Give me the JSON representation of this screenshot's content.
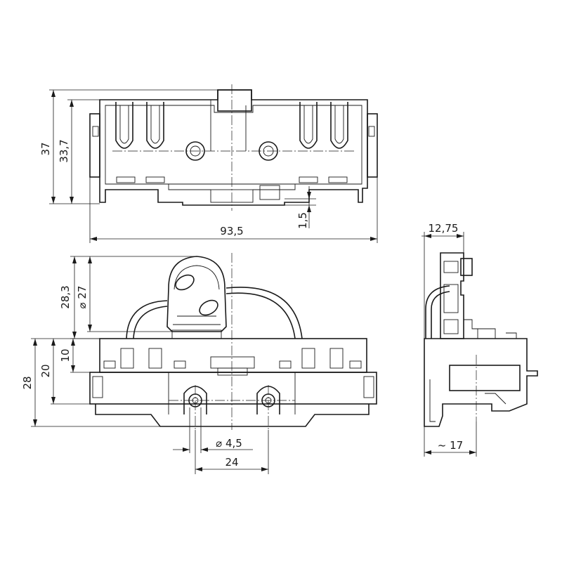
{
  "dimensions": {
    "top_height_total": "37",
    "top_height_inner": "33,7",
    "top_width": "93,5",
    "top_small_gap": "1,5",
    "front_socket_height": "28,3",
    "front_socket_diameter": "⌀ 27",
    "front_height_10": "10",
    "front_height_20": "20",
    "front_height_28": "28",
    "front_hole_diameter": "⌀ 4,5",
    "front_hole_spacing": "24",
    "side_width_top": "12,75",
    "side_width_bottom": "~ 17"
  }
}
